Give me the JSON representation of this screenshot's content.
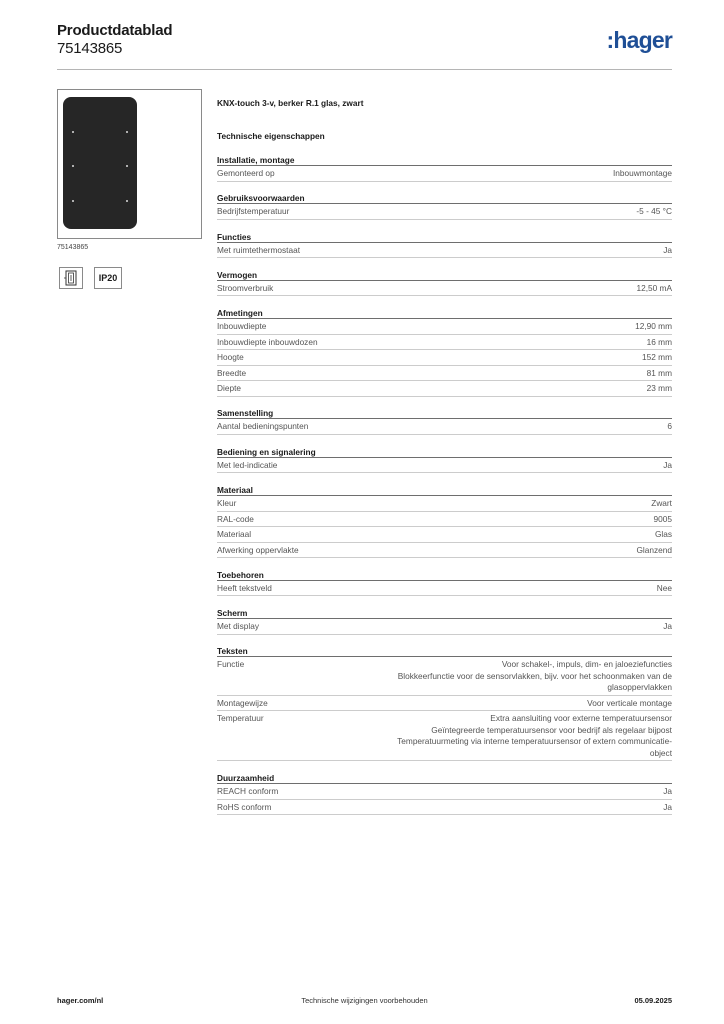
{
  "header": {
    "title": "Productdatablad",
    "number": "75143865",
    "logo": ":hager"
  },
  "image": {
    "caption": "75143865",
    "ip_rating": "IP20",
    "mount_icon": "flush-mount-icon"
  },
  "product": {
    "title": "KNX-touch 3-v, berker R.1 glas, zwart",
    "tech_heading": "Technische eigenschappen"
  },
  "sections": [
    {
      "title": "Installatie, montage",
      "rows": [
        {
          "label": "Gemonteerd op",
          "value": [
            "Inbouwmontage"
          ]
        }
      ]
    },
    {
      "title": "Gebruiksvoorwaarden",
      "rows": [
        {
          "label": "Bedrijfstemperatuur",
          "value": [
            "-5 - 45 °C"
          ]
        }
      ]
    },
    {
      "title": "Functies",
      "rows": [
        {
          "label": "Met ruimtethermostaat",
          "value": [
            "Ja"
          ]
        }
      ]
    },
    {
      "title": "Vermogen",
      "rows": [
        {
          "label": "Stroomverbruik",
          "value": [
            "12,50 mA"
          ]
        }
      ]
    },
    {
      "title": "Afmetingen",
      "rows": [
        {
          "label": "Inbouwdiepte",
          "value": [
            "12,90 mm"
          ]
        },
        {
          "label": "Inbouwdiepte inbouwdozen",
          "value": [
            "16 mm"
          ]
        },
        {
          "label": "Hoogte",
          "value": [
            "152 mm"
          ]
        },
        {
          "label": "Breedte",
          "value": [
            "81 mm"
          ]
        },
        {
          "label": "Diepte",
          "value": [
            "23 mm"
          ]
        }
      ]
    },
    {
      "title": "Samenstelling",
      "rows": [
        {
          "label": "Aantal bedieningspunten",
          "value": [
            "6"
          ]
        }
      ]
    },
    {
      "title": "Bediening en signalering",
      "rows": [
        {
          "label": "Met led-indicatie",
          "value": [
            "Ja"
          ]
        }
      ]
    },
    {
      "title": "Materiaal",
      "rows": [
        {
          "label": "Kleur",
          "value": [
            "Zwart"
          ]
        },
        {
          "label": "RAL-code",
          "value": [
            "9005"
          ]
        },
        {
          "label": "Materiaal",
          "value": [
            "Glas"
          ]
        },
        {
          "label": "Afwerking oppervlakte",
          "value": [
            "Glanzend"
          ]
        }
      ]
    },
    {
      "title": "Toebehoren",
      "rows": [
        {
          "label": "Heeft tekstveld",
          "value": [
            "Nee"
          ]
        }
      ]
    },
    {
      "title": "Scherm",
      "rows": [
        {
          "label": "Met display",
          "value": [
            "Ja"
          ]
        }
      ]
    },
    {
      "title": "Teksten",
      "rows": [
        {
          "label": "Functie",
          "value": [
            "Voor schakel-, impuls, dim- en jaloeziefuncties",
            "Blokkeerfunctie voor de sensorvlakken, bijv. voor het schoonmaken van de",
            "glasoppervlakken"
          ]
        },
        {
          "label": "Montagewijze",
          "value": [
            "Voor verticale montage"
          ]
        },
        {
          "label": "Temperatuur",
          "value": [
            "Extra aansluiting voor externe temperatuursensor",
            "Geïntegreerde temperatuursensor voor bedrijf als regelaar bijpost",
            "Temperatuurmeting via interne temperatuursensor of extern communicatie-",
            "object"
          ]
        }
      ]
    },
    {
      "title": "Duurzaamheid",
      "rows": [
        {
          "label": "REACH conform",
          "value": [
            "Ja"
          ]
        },
        {
          "label": "RoHS conform",
          "value": [
            "Ja"
          ]
        }
      ]
    }
  ],
  "footer": {
    "website": "hager.com/nl",
    "note": "Technische wijzigingen voorbehouden",
    "date": "05.09.2025"
  },
  "colors": {
    "brand": "#1f4f96",
    "panel": "#262626"
  }
}
